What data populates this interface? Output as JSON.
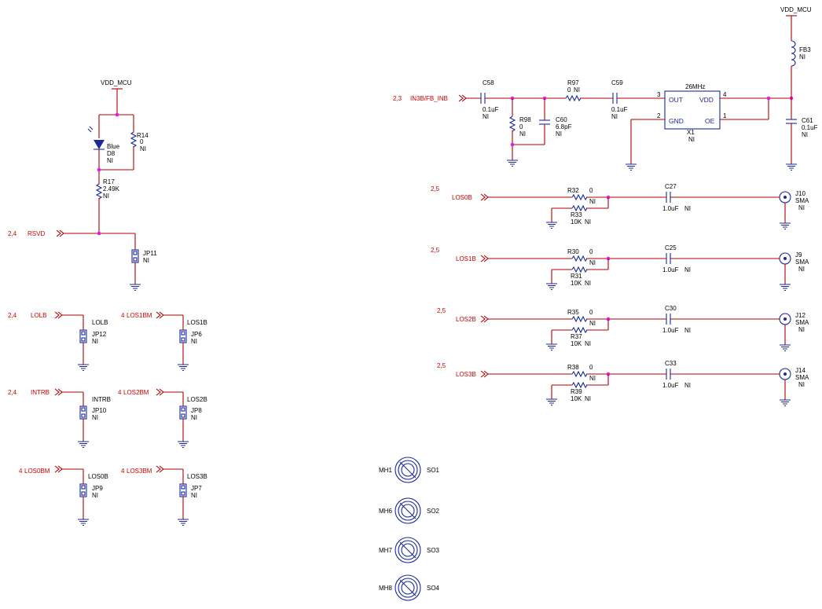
{
  "power": {
    "vdd_top_left": "VDD_MCU",
    "vdd_top_right": "VDD_MCU"
  },
  "parts": {
    "r14": {
      "ref": "R14",
      "val": "0",
      "ni": "NI"
    },
    "d8": {
      "ref": "D8",
      "val": "Blue",
      "ni": "NI"
    },
    "r17": {
      "ref": "R17",
      "val": "2.49K",
      "ni": "NI"
    },
    "jp11": {
      "ref": "JP11",
      "ni": "NI"
    },
    "jp12": {
      "ref": "JP12",
      "ni": "NI",
      "net": "LOLB"
    },
    "jp6": {
      "ref": "JP6",
      "ni": "NI",
      "net": "LOS1B"
    },
    "jp10": {
      "ref": "JP10",
      "ni": "NI",
      "net": "INTRB"
    },
    "jp8": {
      "ref": "JP8",
      "ni": "NI",
      "net": "LOS2B"
    },
    "jp9": {
      "ref": "JP9",
      "ni": "NI",
      "net": "LOS0B"
    },
    "jp7": {
      "ref": "JP7",
      "ni": "NI",
      "net": "LOS3B"
    },
    "c58": {
      "ref": "C58",
      "val": "0.1uF",
      "ni": "NI"
    },
    "r98": {
      "ref": "R98",
      "val": "0",
      "ni": "NI"
    },
    "c60": {
      "ref": "C60",
      "val": "6.8pF",
      "ni": "NI"
    },
    "r97": {
      "ref": "R97",
      "val": "0",
      "ni": "NI"
    },
    "c59": {
      "ref": "C59",
      "val": "0.1uF",
      "ni": "NI"
    },
    "x1": {
      "ref": "X1",
      "val": "26MHz",
      "ni": "NI",
      "pin_out": "OUT",
      "pin_vdd": "VDD",
      "pin_gnd": "GND",
      "pin_oe": "OE",
      "p1": "1",
      "p2": "2",
      "p3": "3",
      "p4": "4"
    },
    "fb3": {
      "ref": "FB3",
      "ni": "NI"
    },
    "c61": {
      "ref": "C61",
      "val": "0.1uF",
      "ni": "NI"
    }
  },
  "nets_left": {
    "rsvd": {
      "label": "RSVD",
      "sheet": "2,4"
    },
    "lolb": {
      "label": "LOLB",
      "sheet": "2,4"
    },
    "intrb": {
      "label": "INTRB",
      "sheet": "2,4"
    },
    "los1bm": {
      "label": "LOS1BM",
      "sheet": "4"
    },
    "los2bm": {
      "label": "LOS2BM",
      "sheet": "4"
    },
    "los0bm": {
      "label": "LOS0BM",
      "sheet": "4"
    },
    "los3bm": {
      "label": "LOS3BM",
      "sheet": "4"
    },
    "in3b": {
      "label": "IN3B/FB_INB",
      "sheet": "2,3"
    }
  },
  "los_rows": [
    {
      "net": "LOS0B",
      "sheet": "2,5",
      "rs": "R32",
      "rs_val": "0",
      "rp": "R33",
      "rp_val": "10K",
      "cap": "C27",
      "cap_val": "1.0uF",
      "conn": "J10",
      "conn_type": "SMA",
      "ni": "NI"
    },
    {
      "net": "LOS1B",
      "sheet": "2,5",
      "rs": "R30",
      "rs_val": "0",
      "rp": "R31",
      "rp_val": "10K",
      "cap": "C25",
      "cap_val": "1.0uF",
      "conn": "J9",
      "conn_type": "SMA",
      "ni": "NI"
    },
    {
      "net": "LOS2B",
      "sheet": "2,5",
      "rs": "R35",
      "rs_val": "0",
      "rp": "R37",
      "rp_val": "10K",
      "cap": "C30",
      "cap_val": "1.0uF",
      "conn": "J12",
      "conn_type": "SMA",
      "ni": "NI"
    },
    {
      "net": "LOS3B",
      "sheet": "2,5",
      "rs": "R38",
      "rs_val": "0",
      "rp": "R39",
      "rp_val": "10K",
      "cap": "C33",
      "cap_val": "1.0uF",
      "conn": "J14",
      "conn_type": "SMA",
      "ni": "NI"
    }
  ],
  "mounting": [
    {
      "mh": "MH1",
      "so": "SO1"
    },
    {
      "mh": "MH6",
      "so": "SO2"
    },
    {
      "mh": "MH7",
      "so": "SO3"
    },
    {
      "mh": "MH8",
      "so": "SO4"
    }
  ]
}
